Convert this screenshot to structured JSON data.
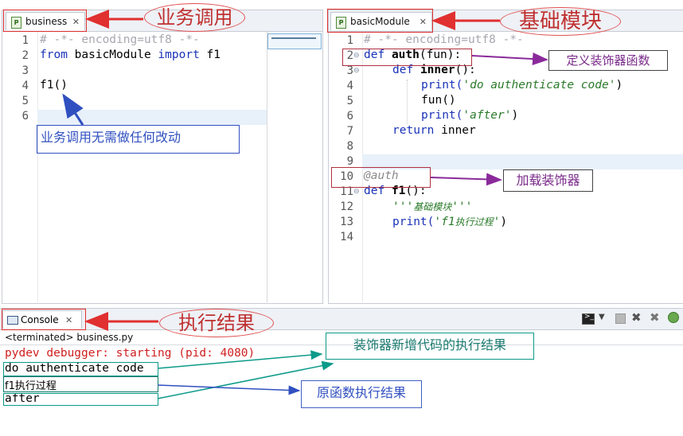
{
  "left_editor": {
    "tab_label": "business",
    "file_icon": "python-file-icon",
    "lines": [
      {
        "n": "1",
        "text": "# -*- encoding=utf8 -*-"
      },
      {
        "n": "2",
        "text": "from basicModule import f1"
      },
      {
        "n": "3",
        "text": ""
      },
      {
        "n": "4",
        "text": "f1()"
      },
      {
        "n": "5",
        "text": ""
      },
      {
        "n": "6",
        "text": ""
      }
    ]
  },
  "right_editor": {
    "tab_label": "basicModule",
    "file_icon": "python-file-icon",
    "line_numbers": [
      "1",
      "2",
      "3",
      "4",
      "5",
      "6",
      "7",
      "8",
      "9",
      "10",
      "11",
      "12",
      "13",
      "14"
    ],
    "code": {
      "l1": "# -*- encoding=utf8 -*-",
      "l2_kw": "def",
      "l2_name": "auth",
      "l2_rest": "(fun):",
      "l3_kw": "def",
      "l3_name": "inner",
      "l3_rest": "():",
      "l4_fn": "print(",
      "l4_str": "'do authenticate code'",
      "l4_end": ")",
      "l5": "fun()",
      "l6_fn": "print(",
      "l6_str": "'after'",
      "l6_end": ")",
      "l7_kw": "return",
      "l7_rest": " inner",
      "l10": "@auth",
      "l11_kw": "def",
      "l11_name": "f1",
      "l11_rest": "():",
      "l12_q1": "'''",
      "l12_cn": "基础模块",
      "l12_q2": "'''",
      "l13_fn": "print(",
      "l13_q1": "'f1",
      "l13_cn": "执行过程",
      "l13_q2": "'",
      "l13_end": ")"
    }
  },
  "console": {
    "tab_label": "Console",
    "terminated": "<terminated> business.py",
    "lines": [
      {
        "text": "pydev debugger: starting (pid: 4080)",
        "color": "#d02020"
      },
      {
        "text": "do authenticate code",
        "color": "#000000"
      },
      {
        "text": "f1执行过程",
        "color": "#000000"
      },
      {
        "text": "after",
        "color": "#000000"
      }
    ],
    "toolbar_icons": [
      "terminal-icon",
      "dropdown-icon",
      "stop-icon",
      "remove-icon",
      "remove-all-icon",
      "debug-icon"
    ]
  },
  "annotations": {
    "business_call": "业务调用",
    "basic_module": "基础模块",
    "define_decorator": "定义装饰器函数",
    "load_decorator": "加载装饰器",
    "no_change": "业务调用无需做任何改动",
    "exec_result": "执行结果",
    "new_code_result": "装饰器新增代码的执行结果",
    "original_result": "原函数执行结果"
  },
  "colors": {
    "keyword": "#1a33b8",
    "comment": "#a8a8b0",
    "string": "#2a7a2a",
    "annotation_red": "#c03030",
    "annotation_blue": "#3050c0",
    "annotation_teal": "#0c9a8a",
    "annotation_purple": "#7a2a8a"
  }
}
